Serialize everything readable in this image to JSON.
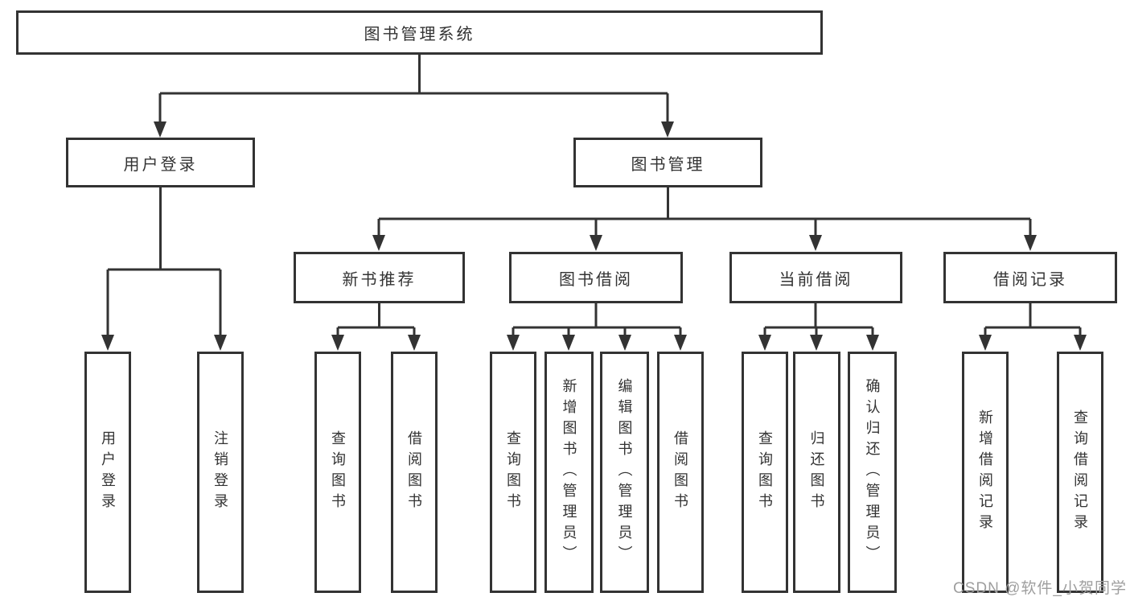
{
  "diagram": {
    "root": {
      "label": "图书管理系统"
    },
    "level2": [
      {
        "label": "用户登录",
        "children": [
          {
            "label": "用户登录"
          },
          {
            "label": "注销登录"
          }
        ]
      },
      {
        "label": "图书管理",
        "children": [
          {
            "label": "新书推荐",
            "children": [
              {
                "label": "查询图书"
              },
              {
                "label": "借阅图书"
              }
            ]
          },
          {
            "label": "图书借阅",
            "children": [
              {
                "label": "查询图书"
              },
              {
                "label": "新增图书（管理员）"
              },
              {
                "label": "编辑图书（管理员）"
              },
              {
                "label": "借阅图书"
              }
            ]
          },
          {
            "label": "当前借阅",
            "children": [
              {
                "label": "查询图书"
              },
              {
                "label": "归还图书"
              },
              {
                "label": "确认归还（管理员）"
              }
            ]
          },
          {
            "label": "借阅记录",
            "children": [
              {
                "label": "新增借阅记录"
              },
              {
                "label": "查询借阅记录"
              }
            ]
          }
        ]
      }
    ]
  },
  "watermark": {
    "text": "CSDN @软件_小贺同学"
  },
  "colors": {
    "line": "#333333",
    "box_border": "#333333",
    "box_fill": "#ffffff",
    "text": "#333333",
    "watermark": "#9e9e9e",
    "background": "#ffffff"
  }
}
